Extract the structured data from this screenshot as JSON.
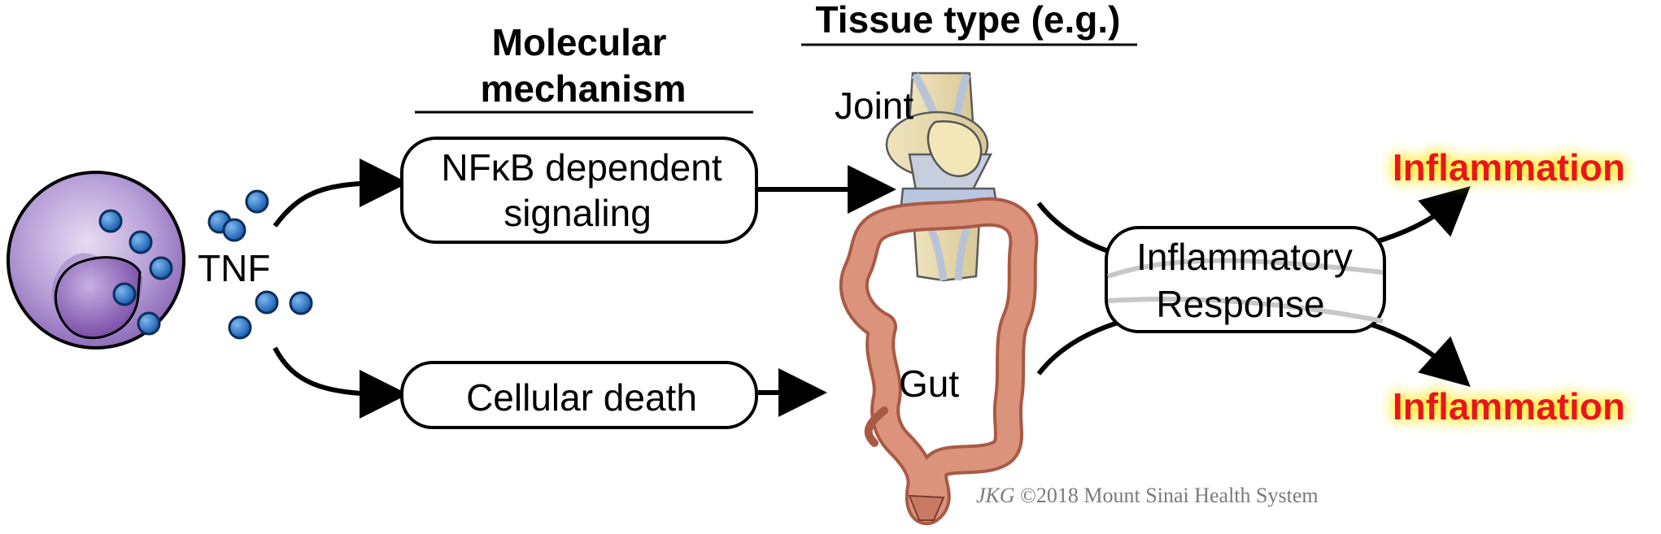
{
  "headers": {
    "molecular_line1": "Molecular",
    "molecular_line2": "mechanism",
    "tissue": "Tissue type (e.g.)"
  },
  "cytokine_label": "TNF",
  "mechanisms": {
    "nfkb_line1": "NFκB dependent",
    "nfkb_line2": "signaling",
    "death": "Cellular death"
  },
  "tissues": {
    "joint": "Joint",
    "gut": "Gut"
  },
  "response": {
    "line1": "Inflammatory",
    "line2": "Response"
  },
  "outcomes": {
    "top": "Inflammation",
    "bottom": "Inflammation"
  },
  "credit": {
    "initials": "JKG",
    "text": " ©2018 Mount Sinai Health System"
  },
  "colors": {
    "inflammation_text": "#e8141b",
    "glow": "#ffe600",
    "cell": "#9a78c2",
    "tnf_molecule": "#1f6fc2",
    "gut": "#d78a72"
  }
}
